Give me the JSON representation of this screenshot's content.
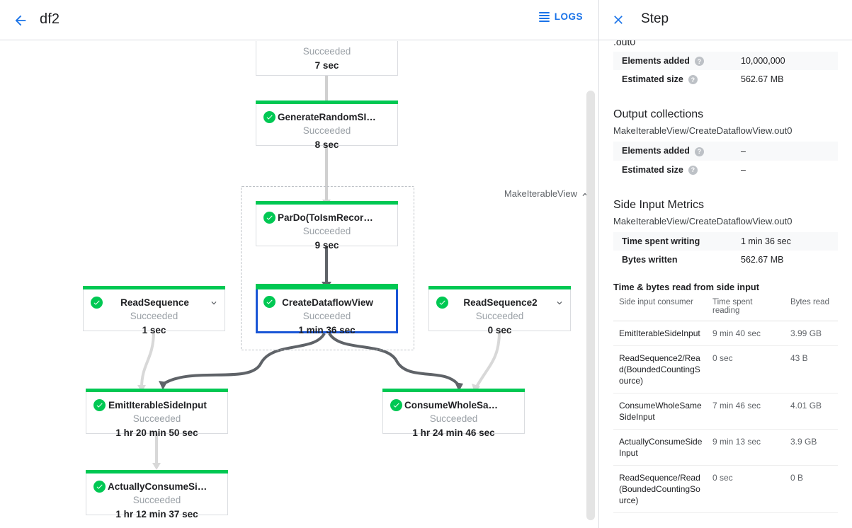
{
  "topbar": {
    "back_icon": "arrow-left-icon",
    "job_title": "df2",
    "logs_label": "LOGS",
    "logs_icon": "list-lines-icon",
    "accent": "#1a73e8"
  },
  "graph": {
    "group": {
      "label": "MakeIterableView",
      "collapse_icon": "chevron-up-icon"
    },
    "status_color": "#00c853",
    "selected_color": "#1a56d6",
    "nodes": [
      {
        "name": "",
        "status": "Succeeded",
        "time": "7 sec",
        "partial": true
      },
      {
        "name": "GenerateRandomSIData",
        "status": "Succeeded",
        "time": "8 sec"
      },
      {
        "name": "ParDo(ToIsmRecordFor…",
        "status": "Succeeded",
        "time": "9 sec"
      },
      {
        "name": "CreateDataflowView",
        "status": "Succeeded",
        "time": "1 min 36 sec",
        "selected": true
      },
      {
        "name": "ReadSequence",
        "status": "Succeeded",
        "time": "1 sec",
        "expandable": true
      },
      {
        "name": "ReadSequence2",
        "status": "Succeeded",
        "time": "0 sec",
        "expandable": true
      },
      {
        "name": "EmitIterableSideInput",
        "status": "Succeeded",
        "time": "1 hr 20 min 50 sec"
      },
      {
        "name": "ConsumeWholeSameSi…",
        "status": "Succeeded",
        "time": "1 hr 24 min 46 sec"
      },
      {
        "name": "ActuallyConsumeSideI…",
        "status": "Succeeded",
        "time": "1 hr 12 min 37 sec"
      }
    ]
  },
  "panel": {
    "close_icon": "close-icon",
    "title": "Step",
    "scrolled_fragment": ".out0",
    "input_metrics": [
      {
        "key": "Elements added",
        "value": "10,000,000"
      },
      {
        "key": "Estimated size",
        "value": "562.67 MB"
      }
    ],
    "output_collections": {
      "title": "Output collections",
      "collection": "MakeIterableView/CreateDataflowView.out0",
      "metrics": [
        {
          "key": "Elements added",
          "value": "–"
        },
        {
          "key": "Estimated size",
          "value": "–"
        }
      ]
    },
    "side_input_metrics": {
      "title": "Side Input Metrics",
      "collection": "MakeIterableView/CreateDataflowView.out0",
      "write_metrics": [
        {
          "key": "Time spent writing",
          "value": "1 min 36 sec"
        },
        {
          "key": "Bytes written",
          "value": "562.67 MB"
        }
      ],
      "table_title": "Time & bytes read from side input",
      "columns": [
        "Side input consumer",
        "Time spent reading",
        "Bytes read"
      ],
      "rows": [
        {
          "consumer": "EmitIterableSideInput",
          "time": "9 min 40 sec",
          "bytes": "3.99 GB"
        },
        {
          "consumer": "ReadSequence2/Read(BoundedCountingSource)",
          "time": "0 sec",
          "bytes": "43 B"
        },
        {
          "consumer": "ConsumeWholeSameSideInput",
          "time": "7 min 46 sec",
          "bytes": "4.01 GB"
        },
        {
          "consumer": "ActuallyConsumeSideInput",
          "time": "9 min 13 sec",
          "bytes": "3.9 GB"
        },
        {
          "consumer": "ReadSequence/Read(BoundedCountingSource)",
          "time": "0 sec",
          "bytes": "0 B"
        }
      ]
    }
  }
}
